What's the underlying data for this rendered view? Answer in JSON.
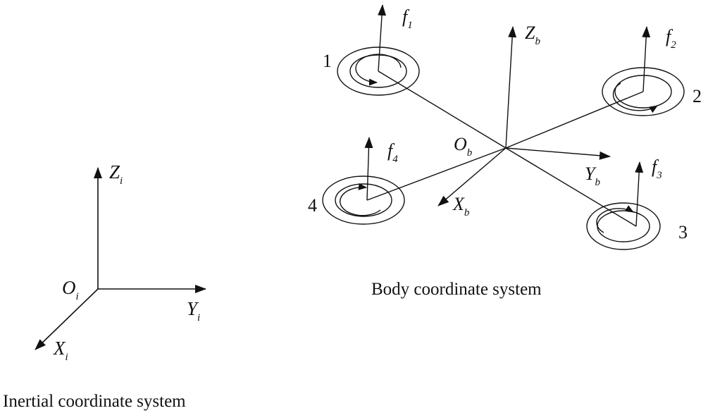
{
  "inertial": {
    "caption": "Inertial coordinate system",
    "origin": {
      "main": "O",
      "sub": "i"
    },
    "z_axis": {
      "main": "Z",
      "sub": "i"
    },
    "y_axis": {
      "main": "Y",
      "sub": "i"
    },
    "x_axis": {
      "main": "X",
      "sub": "i"
    }
  },
  "body": {
    "caption": "Body coordinate system",
    "origin": {
      "main": "O",
      "sub": "b"
    },
    "z_axis": {
      "main": "Z",
      "sub": "b"
    },
    "y_axis": {
      "main": "Y",
      "sub": "b"
    },
    "x_axis": {
      "main": "X",
      "sub": "b"
    }
  },
  "rotors": [
    {
      "number": "1",
      "force": {
        "main": "f",
        "sub": "1"
      }
    },
    {
      "number": "2",
      "force": {
        "main": "f",
        "sub": "2"
      }
    },
    {
      "number": "3",
      "force": {
        "main": "f",
        "sub": "3"
      }
    },
    {
      "number": "4",
      "force": {
        "main": "f",
        "sub": "4"
      }
    }
  ]
}
